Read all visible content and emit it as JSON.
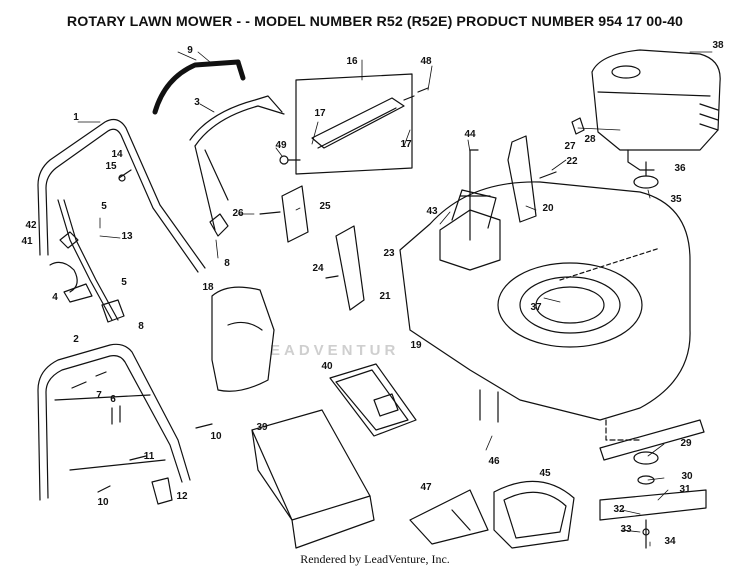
{
  "title": "ROTARY LAWN MOWER - - MODEL NUMBER R52 (R52E) PRODUCT NUMBER 954 17 00-40",
  "footer": "Rendered by LeadVenture, Inc.",
  "watermark": "EADVENTUR",
  "callouts": [
    "1",
    "2",
    "3",
    "4",
    "5",
    "5",
    "6",
    "7",
    "8",
    "8",
    "9",
    "10",
    "10",
    "11",
    "12",
    "13",
    "14",
    "15",
    "16",
    "17",
    "17",
    "18",
    "19",
    "20",
    "21",
    "22",
    "23",
    "24",
    "25",
    "26",
    "27",
    "28",
    "29",
    "30",
    "31",
    "32",
    "33",
    "34",
    "35",
    "36",
    "37",
    "38",
    "39",
    "40",
    "41",
    "42",
    "43",
    "44",
    "45",
    "46",
    "47",
    "48",
    "49"
  ]
}
